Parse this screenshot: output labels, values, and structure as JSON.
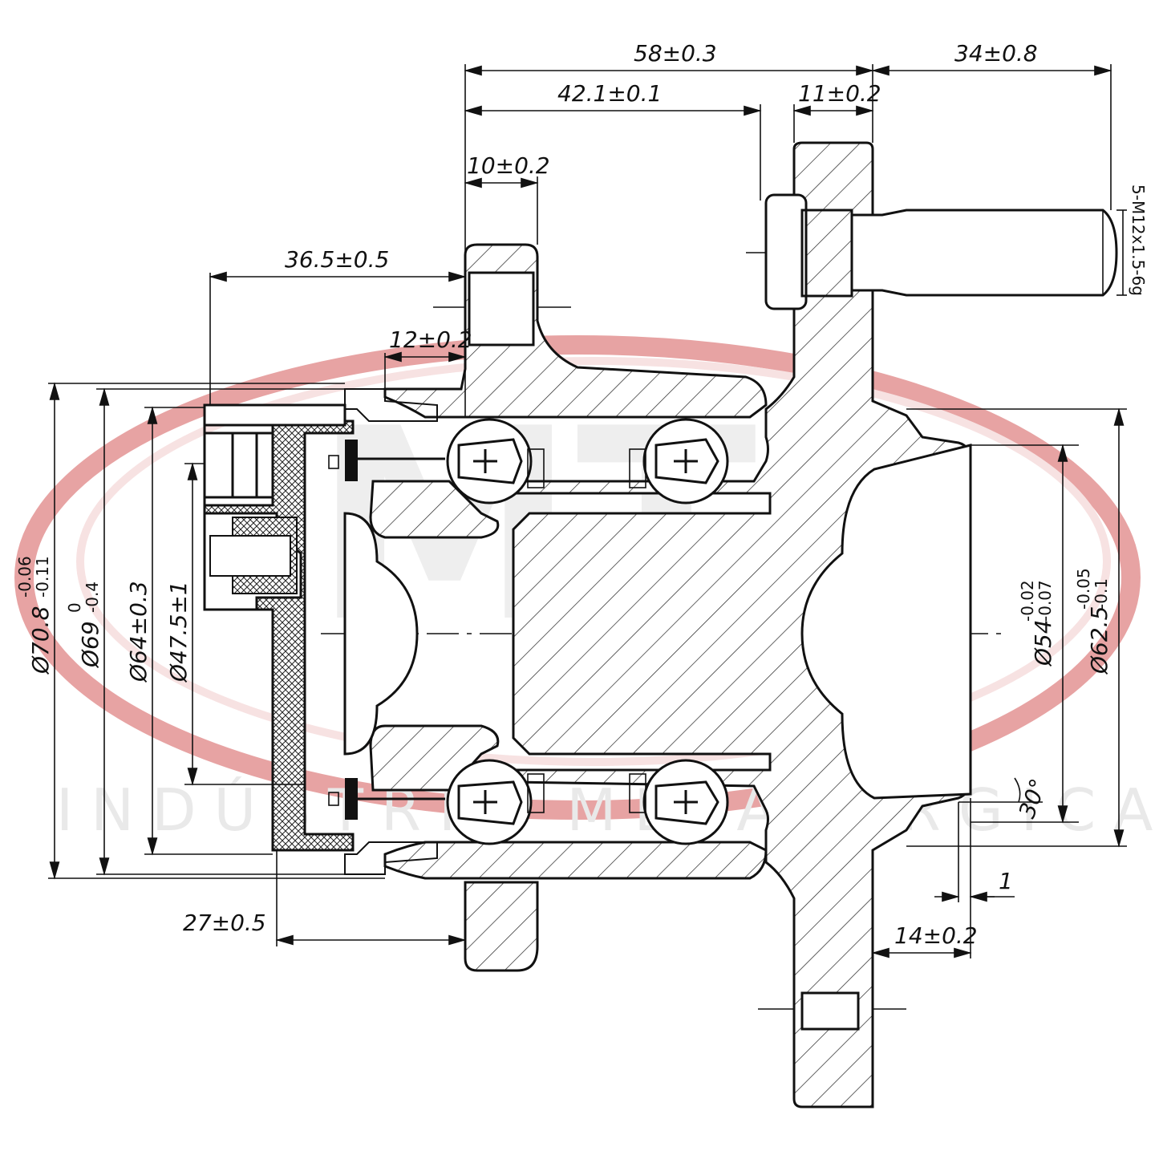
{
  "watermark": {
    "logo": "MTA",
    "text": "INDÚSTRIA METALÚRGICA ALLI",
    "swoosh_color": "#e7a3a3"
  },
  "dimensions": {
    "overall_length": "58±0.3",
    "bolt_projection": "34±0.8",
    "flange_to_seat": "42.1±0.1",
    "flange_thickness": "11±0.2",
    "mount_ear_width": "10±0.2",
    "sensor_offset": "36.5±0.5",
    "sensor_step": "12±0.2",
    "cap_depth": "27±0.5",
    "pilot_length": "14±0.2",
    "chamfer_depth": "1",
    "chamfer_angle": "30°",
    "stud_thread": "5-M12x1.5-6g",
    "dia_outer": {
      "base": "Ø70.8",
      "tol_upper": "-0.06",
      "tol_lower": "-0.11"
    },
    "dia_seal": {
      "base": "Ø69",
      "tol_upper": "0",
      "tol_lower": "-0.4"
    },
    "dia_cap": "Ø64±0.3",
    "dia_sensor": "Ø47.5±1",
    "dia_bore": {
      "base": "Ø54",
      "tol_upper": "-0.02",
      "tol_lower": "-0.07"
    },
    "dia_pilot": {
      "base": "Ø62.5",
      "tol_upper": "-0.05",
      "tol_lower": "-0.1"
    }
  },
  "icons": {
    "ball_marker": "crosshair-icon"
  }
}
